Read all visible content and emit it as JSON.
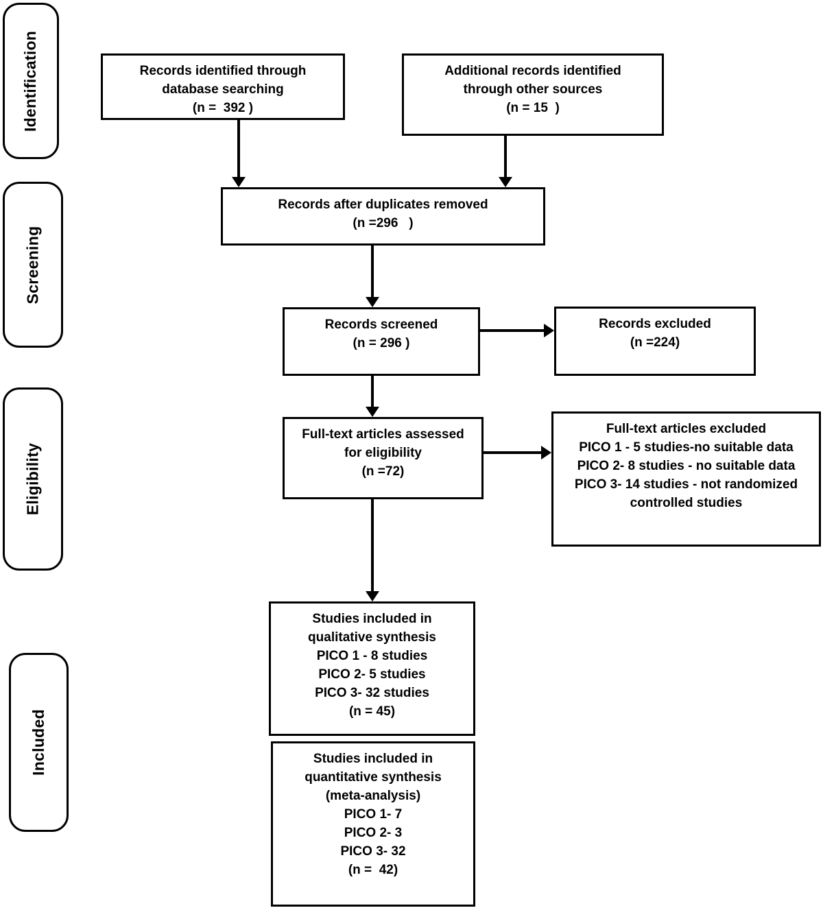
{
  "sidebar": {
    "stages": [
      {
        "label": "Identification"
      },
      {
        "label": "Screening"
      },
      {
        "label": "Eligibility"
      },
      {
        "label": "Included"
      }
    ]
  },
  "flow": {
    "records_identified": {
      "text": "Records identified through\ndatabase searching\n(n =  392 )"
    },
    "additional_records": {
      "text": "Additional records identified\nthrough other sources\n(n = 15  )"
    },
    "duplicates_removed": {
      "text": "Records after duplicates removed\n(n =296   )"
    },
    "records_screened": {
      "text": "Records screened\n(n = 296 )"
    },
    "records_excluded": {
      "text": "Records excluded\n(n =224)"
    },
    "fulltext_assessed": {
      "text": "Full-text articles assessed\nfor eligibility\n(n =72)"
    },
    "fulltext_excluded": {
      "text": "Full-text articles excluded\nPICO 1 - 5 studies-no suitable data\nPICO 2- 8 studies - no suitable data\nPICO 3- 14 studies - not randomized\ncontrolled studies"
    },
    "qualitative_synthesis": {
      "text": "Studies included in\nqualitative synthesis\nPICO 1 - 8 studies\nPICO 2- 5 studies\nPICO 3- 32 studies\n(n = 45)"
    },
    "quantitative_synthesis": {
      "text": "Studies included in\nquantitative synthesis\n(meta-analysis)\nPICO 1- 7\nPICO 2- 3\nPICO 3- 32\n(n =  42)"
    }
  },
  "colors": {
    "line": "#000000",
    "background": "#ffffff"
  }
}
